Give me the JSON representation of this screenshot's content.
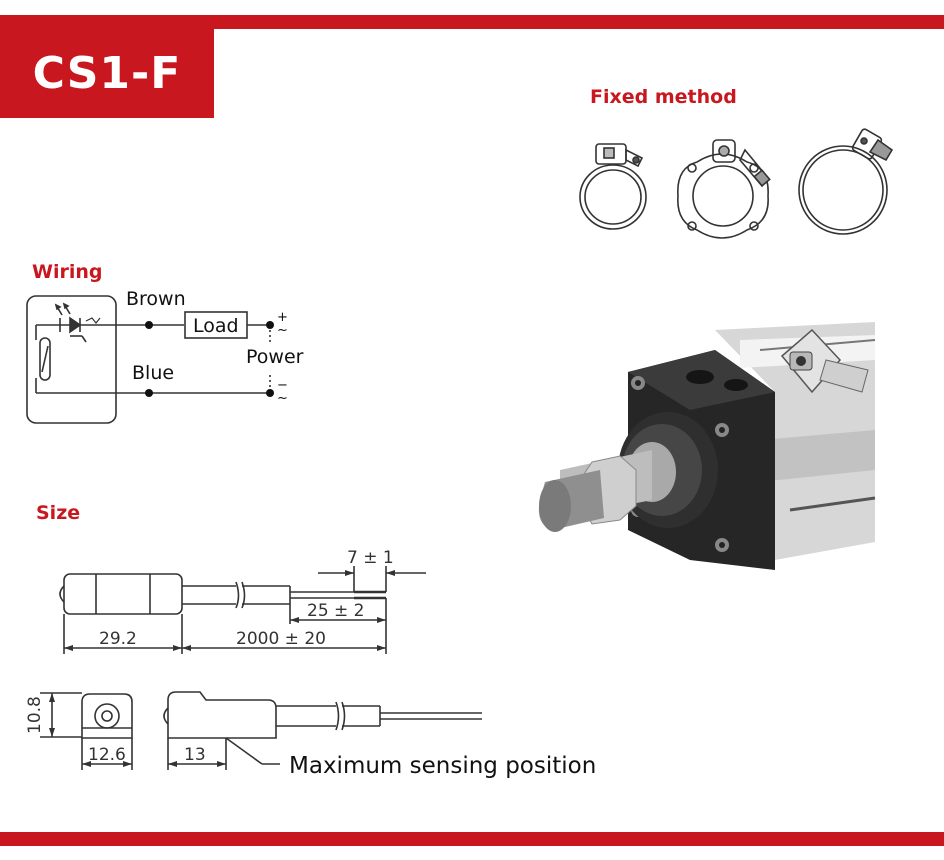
{
  "title": "CS1-F",
  "sections": {
    "fixed_method": "Fixed method",
    "wiring": "Wiring",
    "size": "Size"
  },
  "wiring": {
    "brown": "Brown",
    "blue": "Blue",
    "load": "Load",
    "power": "Power",
    "plus": "+",
    "minus": "−",
    "tilde": "~"
  },
  "size": {
    "d_7": "7 ± 1",
    "d_25": "25 ± 2",
    "d_29": "29.2",
    "d_2000": "2000 ± 20",
    "d_10_8": "10.8",
    "d_12_6": "12.6",
    "d_13": "13",
    "max_sensing": "Maximum sensing position"
  },
  "colors": {
    "accent": "#c8171e"
  },
  "icons": [
    "clamp-round-icon",
    "clamp-square-icon",
    "clamp-tie-rod-icon",
    "reed-switch-icon",
    "air-cylinder-photo"
  ]
}
